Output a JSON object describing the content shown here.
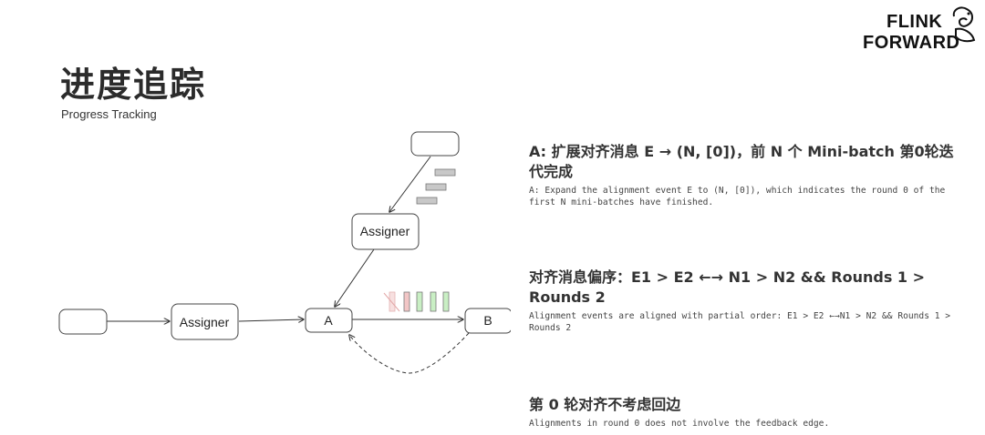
{
  "slide": {
    "title": "进度追踪",
    "subtitle": "Progress Tracking"
  },
  "logo": {
    "line1": "FLINK",
    "line2": "FORWARD"
  },
  "diagram": {
    "nodes": {
      "assigner_top": "Assigner",
      "assigner_left": "Assigner",
      "a": "A",
      "b": "B"
    }
  },
  "notes": [
    {
      "heading": "A: 扩展对齐消息 E → (N, [0])，前 N 个 Mini-batch 第0轮迭代完成",
      "text": "A: Expand the alignment event E to (N, [0]), which indicates the round 0 of the first N mini-batches have finished."
    },
    {
      "heading": "对齐消息偏序：E1 > E2 ←→ N1 > N2 && Rounds 1 > Rounds 2",
      "text": "Alignment events are aligned with partial order: E1 > E2 ←→N1 > N2 && Rounds 1 > Rounds 2"
    },
    {
      "heading": "第 0 轮对齐不考虑回边",
      "text": "Alignments in round 0 does not involve the feedback edge."
    }
  ],
  "colors": {
    "gray_block": "#c8c8c8",
    "red_block": "#f2c6c6",
    "green_block": "#c9efc4"
  }
}
